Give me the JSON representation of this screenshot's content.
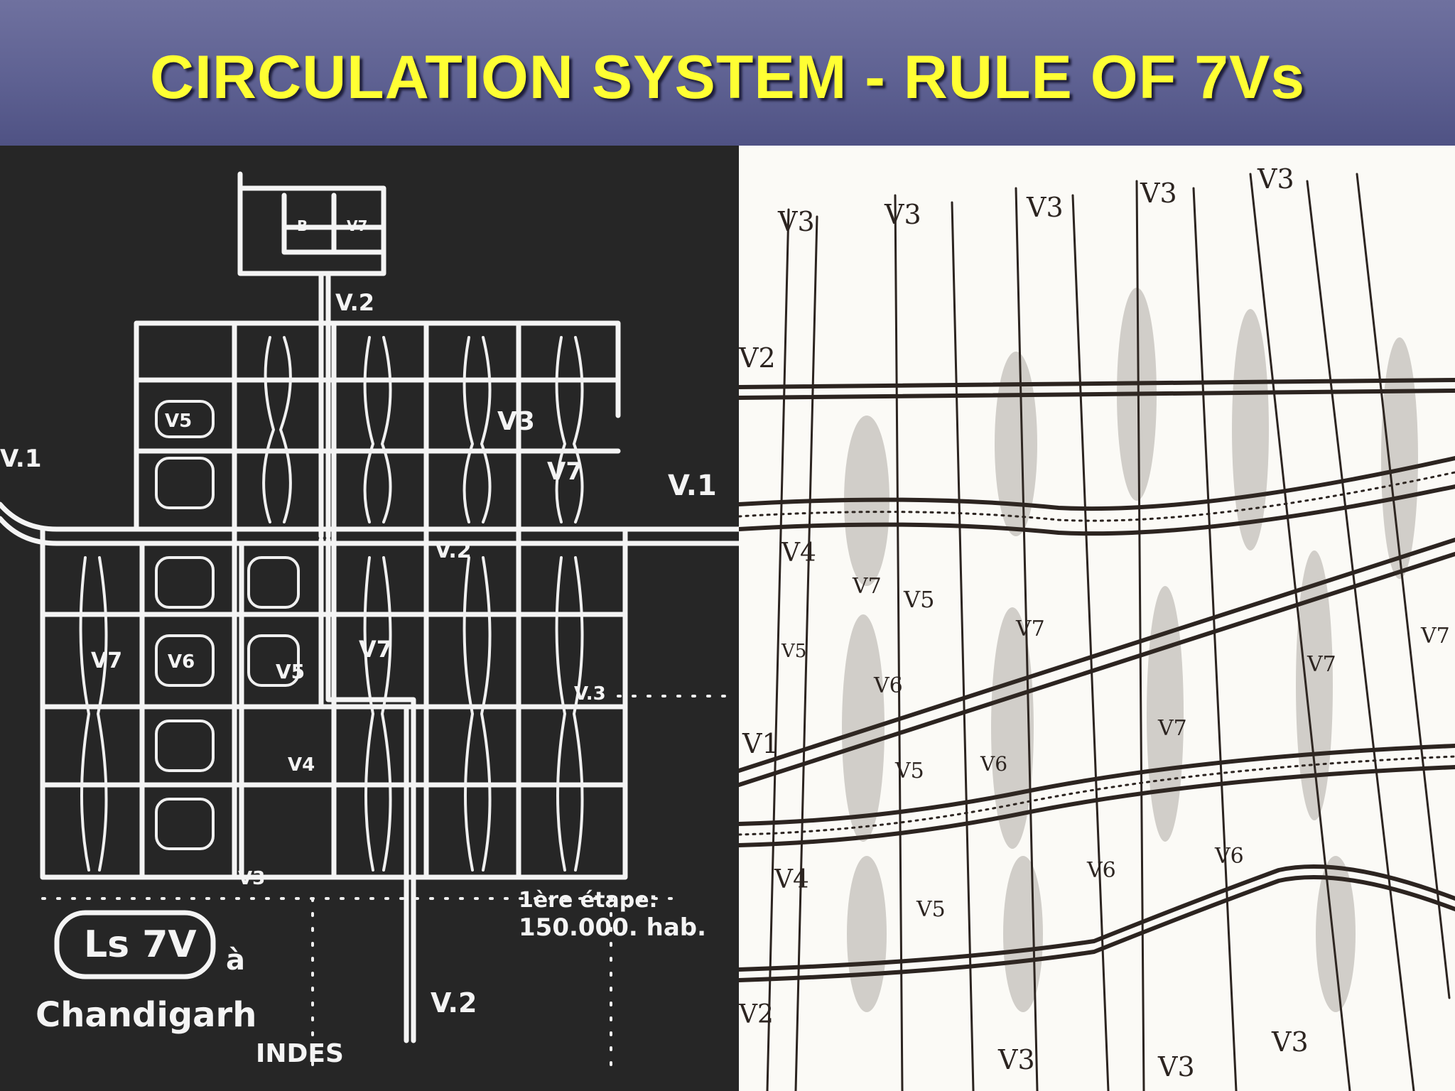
{
  "title": "CIRCULATION SYSTEM - RULE OF 7Vs",
  "left_sketch": {
    "labels": {
      "v1_left": "V.1",
      "v1_right": "V.1",
      "v2_top": "V.2",
      "v2_bottom": "V.2",
      "v3_mid": "V3",
      "v3_right": "V.3",
      "v3_bottom": "V3",
      "v2_inner": "V.2",
      "v5_top": "V5",
      "v5_mid": "V5",
      "v6": "V6",
      "v7_right": "V7",
      "v7_left": "V7",
      "v7_center": "V7",
      "v4": "V4",
      "box_top_a": "B",
      "box_top_b": "V7"
    },
    "note_line1": "1ère étape:",
    "note_line2": "150.000. hab.",
    "caption_box": "Ls 7V",
    "caption_a": "à",
    "caption_city": "Chandigarh",
    "caption_country": "INDES"
  },
  "right_sketch": {
    "labels": {
      "v3_1": "V3",
      "v3_2": "V3",
      "v3_3": "V3",
      "v3_4": "V3",
      "v3_5": "V3",
      "v2_top": "V2",
      "v4_a": "V4",
      "v4_b": "V4",
      "v5_a": "V5",
      "v5_b": "V5",
      "v5_c": "V5",
      "v5_d": "V5",
      "v6_a": "V6",
      "v6_b": "V6",
      "v6_c": "V6",
      "v6_d": "V6",
      "v7_a": "V7",
      "v7_b": "V7",
      "v7_c": "V7",
      "v7_d": "V7",
      "v7_e": "V7",
      "v1": "V1",
      "v2_bottom": "V2",
      "v3_b1": "V3",
      "v3_b2": "V3",
      "v3_b3": "V3"
    }
  },
  "colors": {
    "header": "#5e6192",
    "title": "#ffff33",
    "left_bg": "#262626",
    "right_bg": "#fbfaf6"
  }
}
